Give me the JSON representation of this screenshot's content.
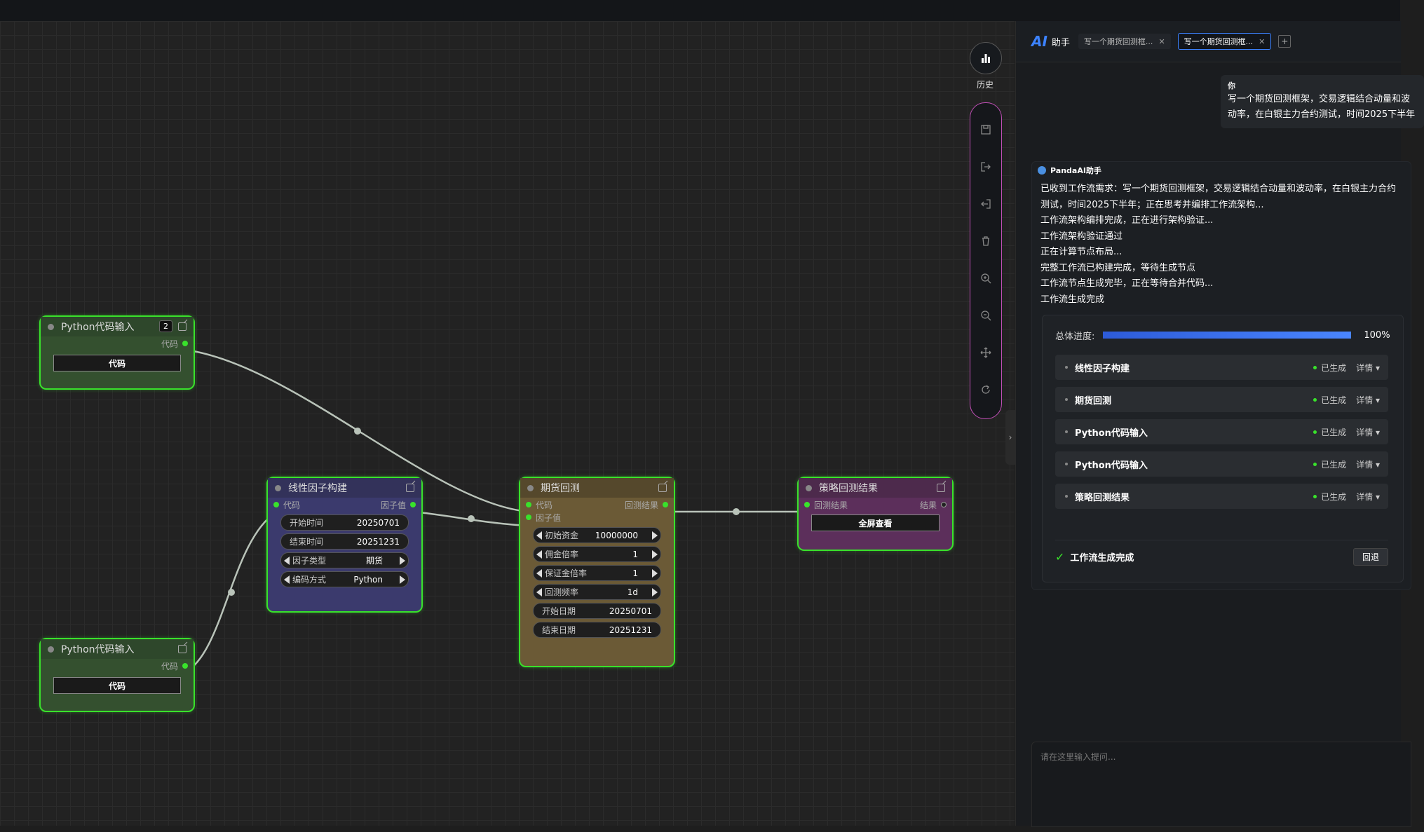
{
  "canvas": {
    "nodes": {
      "python_input_1": {
        "title": "Python代码输入",
        "badge": "2",
        "out_port": "代码",
        "button": "代码"
      },
      "python_input_2": {
        "title": "Python代码输入",
        "out_port": "代码",
        "button": "代码"
      },
      "linear_factor": {
        "title": "线性因子构建",
        "in_port": "代码",
        "out_port": "因子值",
        "fields": [
          {
            "label": "开始时间",
            "value": "20250701"
          },
          {
            "label": "结束时间",
            "value": "20251231"
          },
          {
            "label": "因子类型",
            "value": "期货"
          },
          {
            "label": "编码方式",
            "value": "Python"
          }
        ]
      },
      "futures_backtest": {
        "title": "期货回测",
        "in_port_1": "代码",
        "in_port_2": "因子值",
        "out_port": "回测结果",
        "fields": [
          {
            "label": "初始资金",
            "value": "10000000"
          },
          {
            "label": "佣金倍率",
            "value": "1"
          },
          {
            "label": "保证金倍率",
            "value": "1"
          },
          {
            "label": "回测频率",
            "value": "1d"
          },
          {
            "label": "开始日期",
            "value": "20250701"
          },
          {
            "label": "结束日期",
            "value": "20251231"
          }
        ]
      },
      "strategy_result": {
        "title": "策略回测结果",
        "in_port": "回测结果",
        "out_port": "结果",
        "button": "全屏查看"
      }
    }
  },
  "toolbar": {
    "history_label": "历史",
    "tools": [
      "save-icon",
      "export-icon",
      "import-icon",
      "delete-icon",
      "zoom-in-icon",
      "zoom-out-icon",
      "fit-view-icon",
      "refresh-icon"
    ]
  },
  "panel": {
    "logo": "AI",
    "title": "助手",
    "tabs": [
      {
        "label": "写一个期货回测框..."
      },
      {
        "label": "写一个期货回测框..."
      }
    ],
    "user_message": {
      "who": "你",
      "text": "写一个期货回测框架，交易逻辑结合动量和波动率，在白银主力合约测试，时间2025下半年"
    },
    "assistant": {
      "name": "PandaAI助手",
      "lines": [
        "已收到工作流需求：写一个期货回测框架，交易逻辑结合动量和波动率，在白银主力合约测试，时间2025下半年；正在思考并编排工作流架构...",
        "工作流架构编排完成，正在进行架构验证...",
        "工作流架构验证通过",
        "正在计算节点布局...",
        "完整工作流已构建完成，等待生成节点",
        "工作流节点生成完毕，正在等待合并代码...",
        "工作流生成完成"
      ],
      "progress": {
        "label": "总体进度:",
        "percent": "100%",
        "value": 1.0
      },
      "tasks": [
        {
          "name": "线性因子构建",
          "status": "已生成",
          "detail": "详情 ▾"
        },
        {
          "name": "期货回测",
          "status": "已生成",
          "detail": "详情 ▾"
        },
        {
          "name": "Python代码输入",
          "status": "已生成",
          "detail": "详情 ▾"
        },
        {
          "name": "Python代码输入",
          "status": "已生成",
          "detail": "详情 ▾"
        },
        {
          "name": "策略回测结果",
          "status": "已生成",
          "detail": "详情 ▾"
        }
      ],
      "done_label": "工作流生成完成",
      "rollback_label": "回退"
    },
    "input_placeholder": "请在这里输入提问..."
  },
  "colors": {
    "accent": "#3c82ff",
    "node_border": "#39e22b",
    "toolbar_border": "#c04fb6"
  }
}
